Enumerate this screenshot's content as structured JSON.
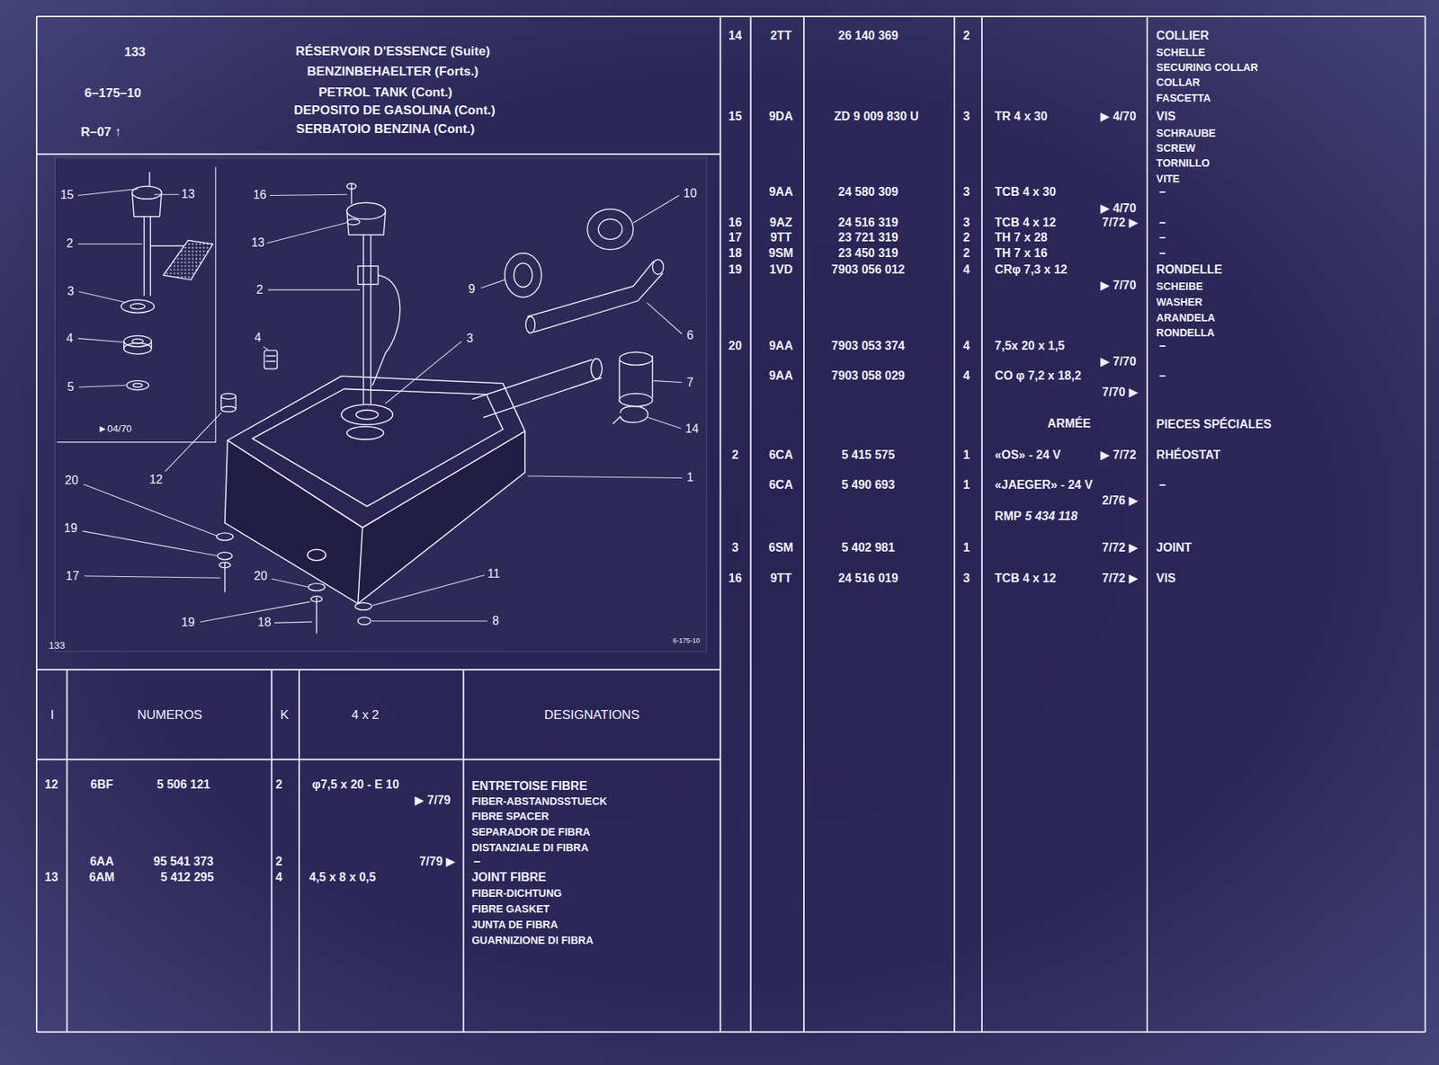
{
  "diagram": {
    "title": "RÉSERVOIR D'ESSENCE (Suite)",
    "labels": [
      "133",
      "6–175–10",
      "R–07 ↑",
      "BENZINBEHAELTER (Forts.)",
      "PETROL TANK (Cont.)",
      "DEPOSITO DE GASOLINA (Cont.)",
      "SERBATOIO BENZINA (Cont.)",
      "15",
      "13",
      "2",
      "3",
      "4",
      "5",
      "►04/70",
      "16",
      "13",
      "2",
      "4",
      "3",
      "9",
      "10",
      "6",
      "7",
      "14",
      "1",
      "12",
      "20",
      "19",
      "17",
      "20",
      "11",
      "19",
      "18",
      "8",
      "133",
      "6-175-10",
      "I",
      "NUMEROS",
      "K",
      "4 x 2",
      "DESIGNATIONS",
      "12",
      "6BF",
      "5 506 121",
      "2",
      "φ7,5 x 20 - E 10",
      "▶ 7/79",
      "ENTRETOISE FIBRE",
      "FIBER-ABSTANDSSTUECK",
      "FIBRE SPACER",
      "SEPARADOR DE FIBRA",
      "DISTANZIALE DI FIBRA",
      "6AA",
      "95 541 373",
      "2",
      "7/79 ▶",
      "–",
      "13",
      "6AM",
      "5 412 295",
      "4",
      "4,5 x 8 x 0,5",
      "JOINT FIBRE",
      "FIBER-DICHTUNG",
      "FIBRE GASKET",
      "JUNTA DE FIBRA",
      "GUARNIZIONE DI FIBRA",
      "14",
      "2TT",
      "26 140 369",
      "2",
      "COLLIER",
      "SCHELLE",
      "SECURING COLLAR",
      "COLLAR",
      "FASCETTA",
      "15",
      "9DA",
      "ZD 9 009 830 U",
      "3",
      "TR 4 x 30",
      "▶ 4/70",
      "VIS",
      "SCHRAUBE",
      "SCREW",
      "TORNILLO",
      "VITE",
      "9AA",
      "24 580 309",
      "3",
      "TCB 4 x 30",
      "–",
      "▶ 4/70",
      "16",
      "9AZ",
      "24 516 319",
      "3",
      "TCB 4 x 12",
      "7/72 ▶",
      "–",
      "17",
      "9TT",
      "23 721 319",
      "2",
      "TH 7 x 28",
      "–",
      "18",
      "9SM",
      "23 450 319",
      "2",
      "TH 7 x 16",
      "–",
      "19",
      "1VD",
      "7903 056 012",
      "4",
      "CRφ 7,3 x 12",
      "RONDELLE",
      "▶ 7/70",
      "SCHEIBE",
      "WASHER",
      "ARANDELA",
      "RONDELLA",
      "20",
      "9AA",
      "7903 053 374",
      "4",
      "7,5x 20 x 1,5",
      "–",
      "▶ 7/70",
      "9AA",
      "7903 058 029",
      "4",
      "CO φ 7,2 x 18,2",
      "–",
      "7/70 ▶",
      "ARMÉE",
      "PIECES SPÉCIALES",
      "2",
      "6CA",
      "5 415 575",
      "1",
      "«OS» - 24 V",
      "▶ 7/72",
      "RHÉOSTAT",
      "6CA",
      "5 490 693",
      "1",
      "«JAEGER» - 24 V",
      "–",
      "2/76 ▶",
      "RMP",
      "5 434 118",
      "3",
      "6SM",
      "5 402 981",
      "1",
      "7/72 ▶",
      "JOINT",
      "16",
      "9TT",
      "24 516 019",
      "3",
      "TCB 4 x 12",
      "7/72 ▶",
      "VIS"
    ]
  }
}
